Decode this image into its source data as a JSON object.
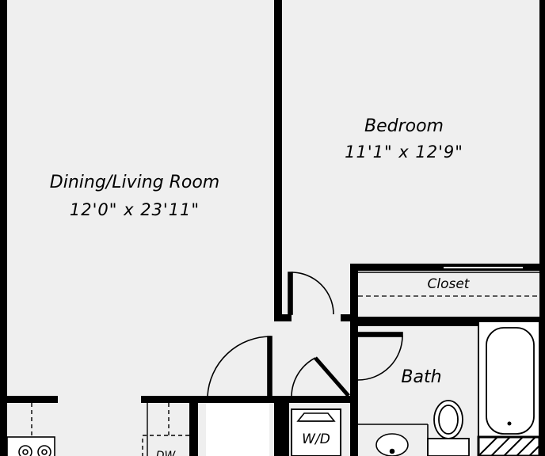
{
  "rooms": {
    "living": {
      "name": "Dining/Living Room",
      "dims": "12'0\" x 23'11\""
    },
    "bedroom": {
      "name": "Bedroom",
      "dims": "11'1\" x 12'9\""
    },
    "closet": {
      "name": "Closet"
    },
    "bath": {
      "name": "Bath"
    }
  },
  "appliances": {
    "washer_dryer": "W/D",
    "dishwasher": "DW"
  },
  "colors": {
    "wall": "#000000",
    "floor": "#efefef",
    "fixture": "#ffffff"
  }
}
